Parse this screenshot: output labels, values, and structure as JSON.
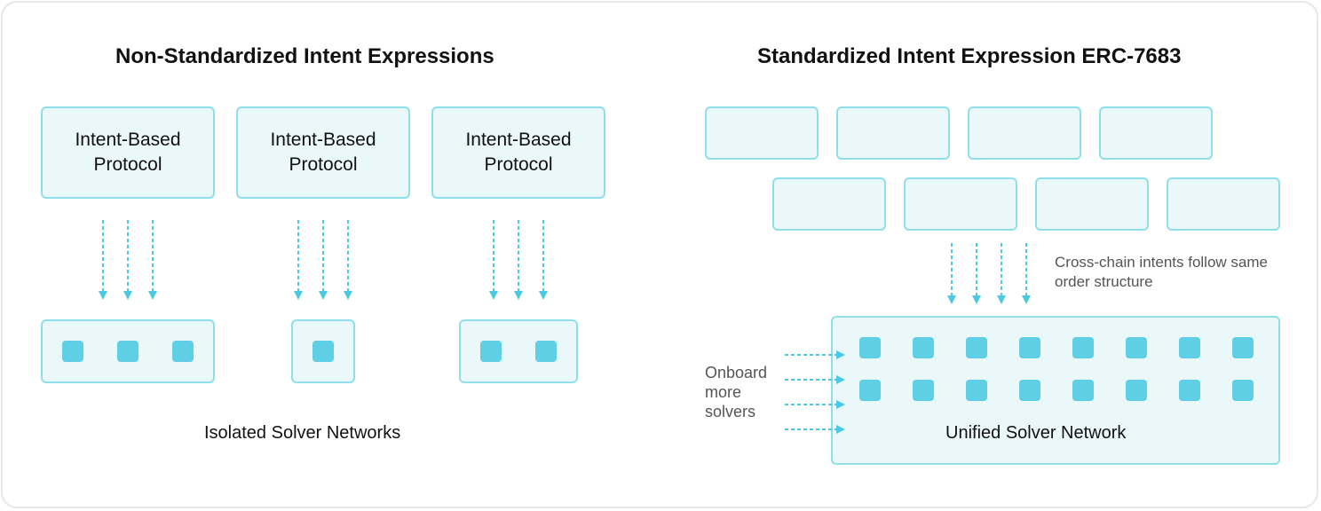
{
  "left": {
    "title": "Non-Standardized Intent Expressions",
    "protocol_label": "Intent-Based Protocol",
    "footer": "Isolated Solver Networks"
  },
  "right": {
    "title": "Standardized Intent Expression ERC-7683",
    "note": "Cross-chain intents follow same order structure",
    "side_note": "Onboard more solvers",
    "footer": "Unified Solver Network"
  },
  "colors": {
    "box_fill": "#eaf8fa",
    "box_border": "#8fdfe9",
    "dot": "#5fcfe6",
    "arrow": "#4cc9e2"
  }
}
